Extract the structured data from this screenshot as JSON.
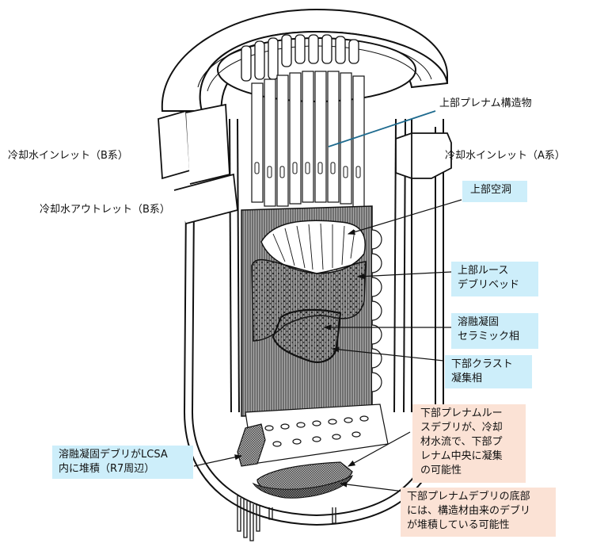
{
  "diagram": {
    "subject": "Reactor pressure vessel cutaway with estimated debris distribution",
    "colors": {
      "label_blue": "#cdeefa",
      "label_peach": "#fbe2d5",
      "leader_teal": "#1f6b8f",
      "line": "#111111"
    },
    "labels": {
      "upper_plenum_structure": "上部プレナム構造物",
      "coolant_inlet_b": "冷却水インレット（B系）",
      "coolant_inlet_a": "冷却水インレット（A系）",
      "coolant_outlet_b": "冷却水アウトレット（B系）"
    },
    "callouts": {
      "upper_cavity": "上部空洞",
      "upper_loose_debris_bed": [
        "上部ルース",
        "デブリベッド"
      ],
      "molten_solidified_ceramic": [
        "溶融凝固",
        "セラミック相"
      ],
      "lower_crust": [
        "下部クラスト",
        "凝集相"
      ],
      "lcsa_debris": [
        "溶融凝固デブリがLCSA",
        "内に堆積（R7周辺）"
      ],
      "lower_plenum_loose_debris": [
        "下部プレナムルー",
        "スデブリが、冷却",
        "材水流で、下部プ",
        "レナム中央に凝集",
        "の可能性"
      ],
      "lower_plenum_bottom_debris": [
        "下部プレナムデブリの底部",
        "には、構造材由来のデブリ",
        "が堆積している可能性"
      ]
    }
  }
}
